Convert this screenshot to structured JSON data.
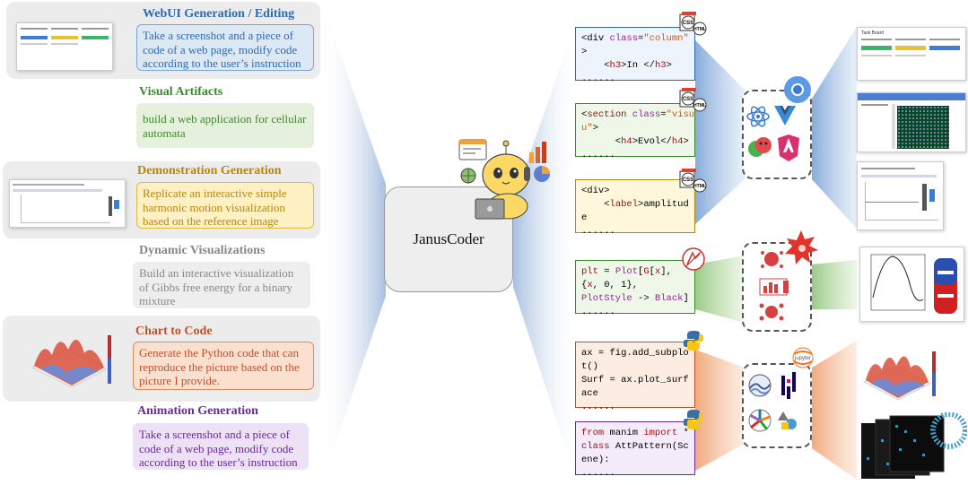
{
  "tasks": [
    {
      "title": "WebUI Generation / Editing",
      "desc": "Take a screenshot and a piece of code of a web page, modify code according to the user’s instruction",
      "color": "#2e6ab0",
      "box_bg": "#dde8f5",
      "box_border": "#7aa4d4"
    },
    {
      "title": "Visual Artifacts",
      "desc": "build a web application for cellular automata",
      "color": "#3a8a2e",
      "box_bg": "#e5f1dc",
      "box_border": "#e5f1dc"
    },
    {
      "title": "Demonstration Generation",
      "desc": "Replicate an interactive simple harmonic motion visualization based on the reference image",
      "color": "#b8860b",
      "box_bg": "#fff1c4",
      "box_border": "#e0b94a"
    },
    {
      "title": "Dynamic Visualizations",
      "desc": "Build an interactive visualization of Gibbs free energy for a binary mixture",
      "color": "#888888",
      "box_bg": "#eeeeee",
      "box_border": "#eeeeee"
    },
    {
      "title": "Chart to Code",
      "desc": "Generate the Python code that can reproduce the picture based on the picture I provide.",
      "color": "#c0502a",
      "box_bg": "#fbe0d0",
      "box_border": "#e08a5a"
    },
    {
      "title": "Animation Generation",
      "desc": "Take a screenshot and a piece of code of a web page, modify code according to the user’s instruction",
      "color": "#6a2a9a",
      "box_bg": "#ede2f5",
      "box_border": "#ede2f5"
    }
  ],
  "center": {
    "label": "JanusCoder"
  },
  "code_snippets": [
    {
      "border": "#2e6ab0",
      "bg": "#eef4fb",
      "badge": "html-css-icon"
    },
    {
      "border": "#3a8a2e",
      "bg": "#eef7e8",
      "badge": "html-css-icon"
    },
    {
      "border": "#b8860b",
      "bg": "#fff7dc",
      "badge": "html-css-icon"
    },
    {
      "border": "#3a8a2e",
      "bg": "#eef7e8",
      "badge": "wolfram-icon"
    },
    {
      "border": "#c0502a",
      "bg": "#fdece2",
      "badge": "python-icon"
    },
    {
      "border": "#6a2a9a",
      "bg": "#f4ecfa",
      "badge": "python-icon"
    }
  ],
  "badges": {
    "css": "CSS",
    "html": "HTML",
    "jupyter": "jupyter"
  },
  "thumbs": {
    "webui_head": "Task Board"
  },
  "colors": {
    "funnel_blue": "#b9cde8",
    "funnel_green": "#cfe3c2",
    "funnel_orange": "#f3c9a8"
  }
}
